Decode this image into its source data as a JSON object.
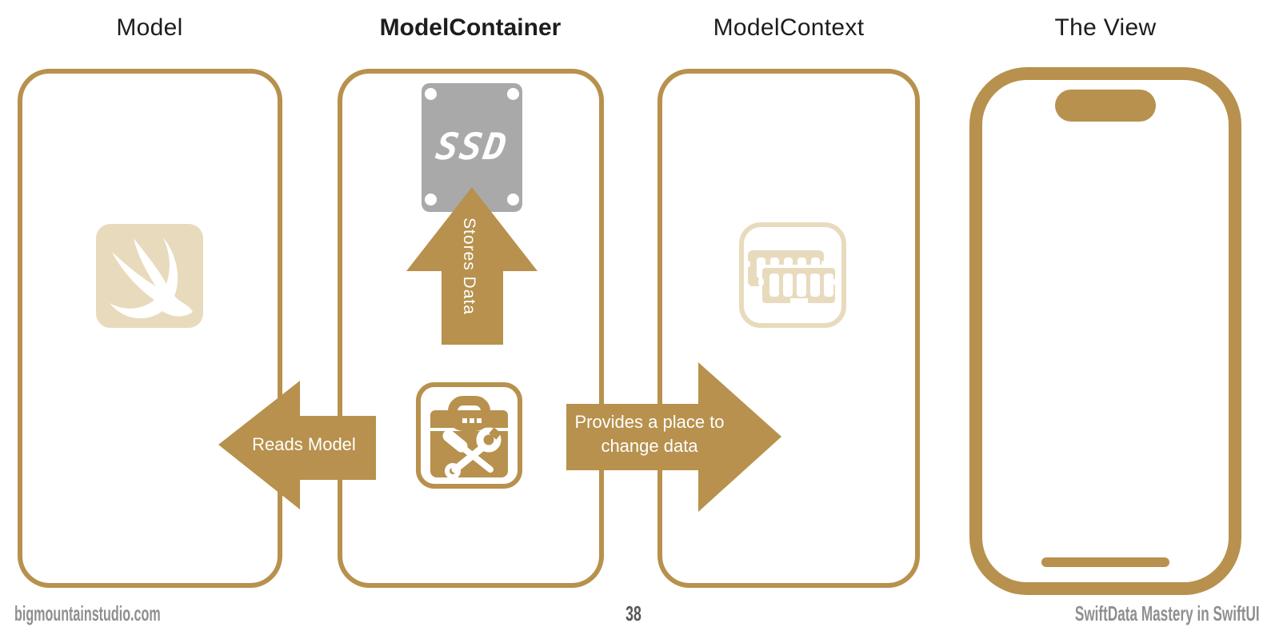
{
  "titles": {
    "model": "Model",
    "model_container": "ModelContainer",
    "model_context": "ModelContext",
    "the_view": "The View"
  },
  "arrows": {
    "stores_data": "Stores Data",
    "reads_model": "Reads Model",
    "provides_line1": "Provides a place to",
    "provides_line2": "change data"
  },
  "icons": {
    "ssd_label": "SSD",
    "swift_logo": "swift-logo-icon",
    "ram": "ram-memory-icon",
    "toolbox": "toolbox-icon",
    "phone": "iphone-outline"
  },
  "footer": {
    "left": "bigmountainstudio.com",
    "page": "38",
    "right": "SwiftData Mastery in SwiftUI"
  },
  "colors": {
    "gold": "#b7914d",
    "tan": "#e8dbbd",
    "ssd-gray": "#a9a9a9",
    "footer-gray": "#8f8f8f"
  }
}
